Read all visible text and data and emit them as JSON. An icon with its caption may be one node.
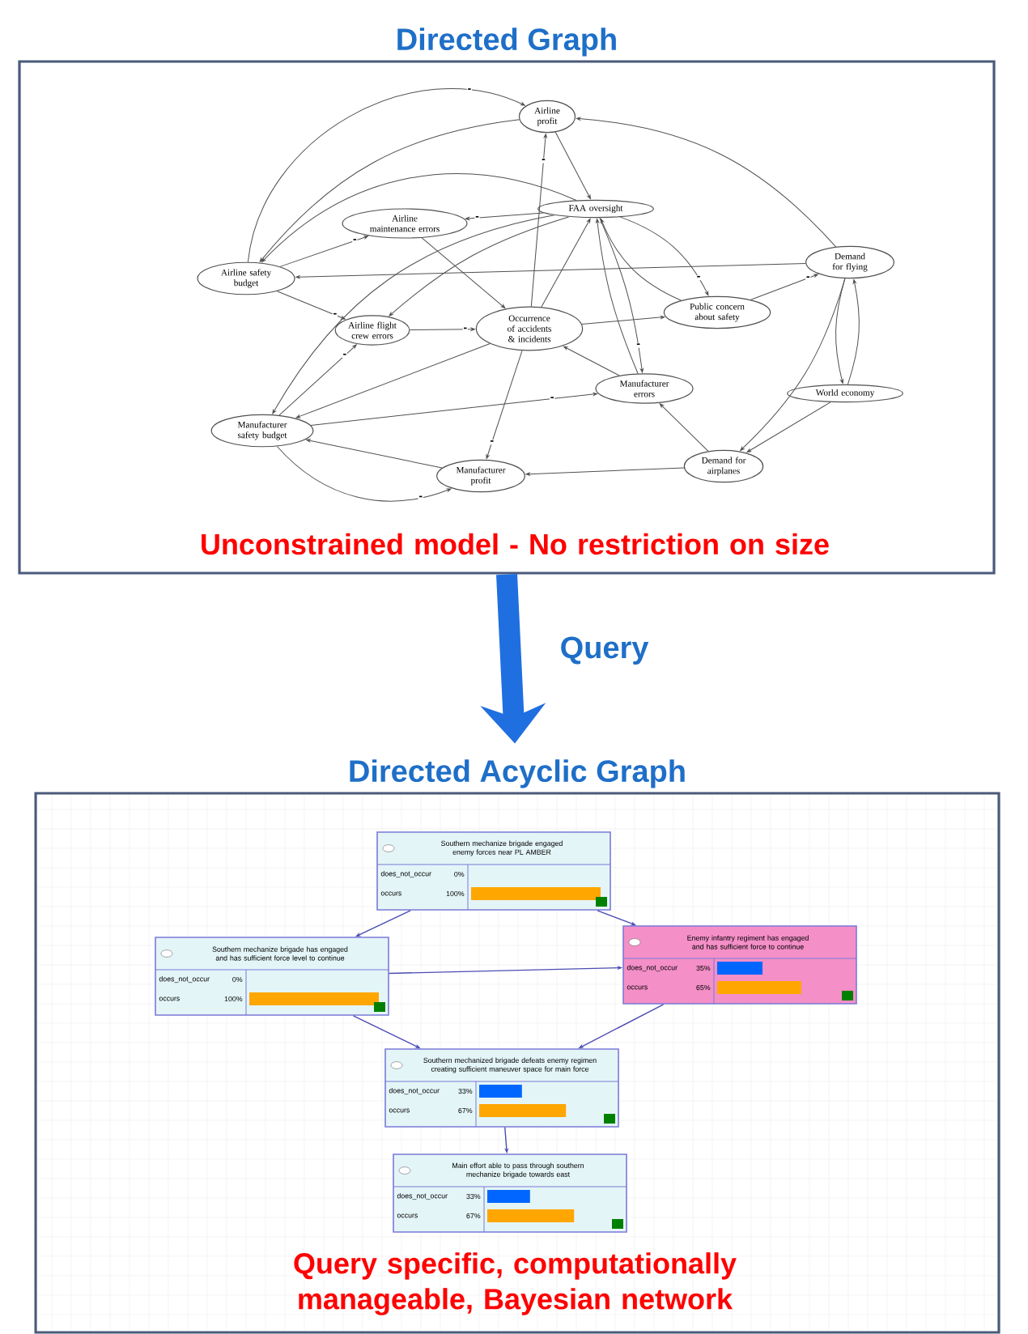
{
  "diagram": {
    "nodes": [
      {
        "text": [
          "Directed Graph",
          "Unconstrained model - No restriction on size"
        ]
      },
      {
        "text": [
          "Airline profit"
        ],
        "in": 0
      },
      {
        "text": [
          "Airline maintenance errors"
        ],
        "in": 0
      },
      {
        "text": [
          "FAA oversight"
        ],
        "in": 0
      },
      {
        "text": [
          "Demand for flying"
        ],
        "in": 0
      },
      {
        "text": [
          "Airline safety budget"
        ],
        "in": 0
      },
      {
        "text": [
          "Airline flight crew errors"
        ],
        "in": 0
      },
      {
        "text": [
          "Occurrence of accidents & incidents"
        ],
        "in": 0
      },
      {
        "text": [
          "Public concern about safety"
        ],
        "in": 0
      },
      {
        "text": [
          "Manufacturer errors"
        ],
        "in": 0
      },
      {
        "text": [
          "World economy"
        ],
        "in": 0
      },
      {
        "text": [
          "Manufacturer safety budget"
        ],
        "in": 0
      },
      {
        "text": [
          "Demand for airplanes"
        ],
        "in": 0
      },
      {
        "text": [
          "Manufacturer profit"
        ],
        "in": 0
      },
      {
        "text": [
          "Directed Acyclic Graph",
          "Query specific, computationally manageable, Bayesian network"
        ]
      },
      {
        "text": [
          "Southern mechanize brigade engaged enemy forces near PL AMBER",
          "does_not_occur",
          "0%",
          "occurs",
          "100%"
        ],
        "in": 14
      },
      {
        "text": [
          "Southern mechanize brigade has engaged and has sufficient force level to continue",
          "does_not_occur",
          "0%",
          "occurs",
          "100%"
        ],
        "in": 14
      },
      {
        "text": [
          "Enemy infantry regiment has engaged and has sufficient force to continue",
          "does_not_occur",
          "35%",
          "occurs",
          "65%"
        ],
        "in": 14
      },
      {
        "text": [
          "Southern mechanized brigade defeats enemy regimen creating sufficient maneuver space for main force",
          "does_not_occur",
          "33%",
          "occurs",
          "67%"
        ],
        "in": 14
      },
      {
        "text": [
          "Main effort able to pass through southern mechanize brigade towards east",
          "does_not_occur",
          "33%",
          "occurs",
          "67%"
        ],
        "in": 14
      }
    ],
    "edges": [
      {
        "from": 5,
        "to": 1,
        "arrow": "to",
        "label": "-"
      },
      {
        "from": 1,
        "to": 5,
        "arrow": "to"
      },
      {
        "from": 7,
        "to": 1,
        "arrow": "to",
        "label": "-"
      },
      {
        "from": 4,
        "to": 1,
        "arrow": "to"
      },
      {
        "from": 5,
        "to": 2,
        "arrow": "to",
        "label": "-"
      },
      {
        "from": 5,
        "to": 6,
        "arrow": "to",
        "label": "-"
      },
      {
        "from": 3,
        "to": 2,
        "arrow": "to",
        "label": "-"
      },
      {
        "from": 2,
        "to": 7,
        "arrow": "to"
      },
      {
        "from": 3,
        "to": 5,
        "arrow": "to"
      },
      {
        "from": 3,
        "to": 6,
        "arrow": "to"
      },
      {
        "from": 6,
        "to": 7,
        "arrow": "to",
        "label": "-"
      },
      {
        "from": 7,
        "to": 3,
        "arrow": "to"
      },
      {
        "from": 7,
        "to": 8,
        "arrow": "to"
      },
      {
        "from": 7,
        "to": 13,
        "arrow": "to",
        "label": "-"
      },
      {
        "from": 7,
        "to": 11,
        "arrow": "to"
      },
      {
        "from": 11,
        "to": 6,
        "arrow": "to",
        "label": "-"
      },
      {
        "from": 11,
        "to": 9,
        "arrow": "to",
        "label": "-"
      },
      {
        "from": 9,
        "to": 7,
        "arrow": "to"
      },
      {
        "from": 3,
        "to": 9,
        "arrow": "to",
        "label": "-"
      },
      {
        "from": 9,
        "to": 3,
        "arrow": "to"
      },
      {
        "from": 8,
        "to": 3,
        "arrow": "to"
      },
      {
        "from": 3,
        "to": 8,
        "arrow": "to",
        "label": "-"
      },
      {
        "from": 8,
        "to": 4,
        "arrow": "to",
        "label": "-"
      },
      {
        "from": 4,
        "to": 10,
        "arrow": "to"
      },
      {
        "from": 10,
        "to": 4,
        "arrow": "to"
      },
      {
        "from": 10,
        "to": 12,
        "arrow": "to"
      },
      {
        "from": 4,
        "to": 12,
        "arrow": "to"
      },
      {
        "from": 12,
        "to": 9,
        "arrow": "to"
      },
      {
        "from": 12,
        "to": 13,
        "arrow": "to"
      },
      {
        "from": 13,
        "to": 11,
        "arrow": "to"
      },
      {
        "from": 11,
        "to": 13,
        "arrow": "to",
        "label": "-"
      },
      {
        "from": 4,
        "to": 5,
        "arrow": "to"
      },
      {
        "from": 1,
        "to": 3,
        "arrow": "to"
      },
      {
        "from": 3,
        "to": 11,
        "arrow": "to"
      },
      {
        "from": 15,
        "to": 16,
        "arrow": "to",
        "color": "#4b4bb5"
      },
      {
        "from": 15,
        "to": 17,
        "arrow": "to",
        "color": "#4b4bb5"
      },
      {
        "from": 16,
        "to": 17,
        "arrow": "to",
        "color": "#4b4bb5"
      },
      {
        "from": 16,
        "to": 18,
        "arrow": "to",
        "color": "#4b4bb5"
      },
      {
        "from": 17,
        "to": 18,
        "arrow": "to",
        "color": "#4b4bb5"
      },
      {
        "from": 18,
        "to": 19,
        "arrow": "to",
        "color": "#4b4bb5"
      },
      {
        "from": 0,
        "to": 14,
        "arrow": "to",
        "label": "Query",
        "style": "thick",
        "color": "#1f6fe0"
      }
    ]
  }
}
